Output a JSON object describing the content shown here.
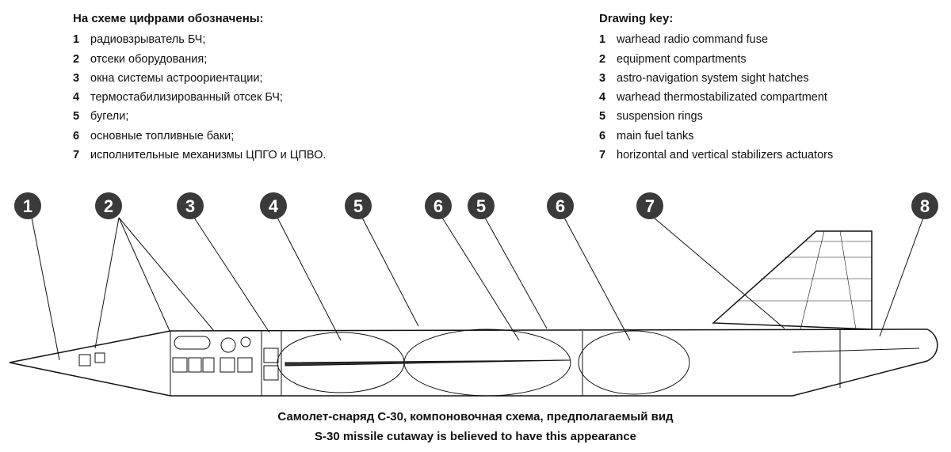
{
  "key_ru": {
    "title": "На схеме цифрами обозначены:",
    "items": [
      {
        "n": "1",
        "t": "радиовзрыватель БЧ;"
      },
      {
        "n": "2",
        "t": "отсеки оборудования;"
      },
      {
        "n": "3",
        "t": "окна системы астроориентации;"
      },
      {
        "n": "4",
        "t": "термостабилизированный отсек БЧ;"
      },
      {
        "n": "5",
        "t": "бугели;"
      },
      {
        "n": "6",
        "t": "основные топливные баки;"
      },
      {
        "n": "7",
        "t": "исполнительные механизмы ЦПГО и ЦПВО."
      }
    ]
  },
  "key_en": {
    "title": "Drawing key:",
    "items": [
      {
        "n": "1",
        "t": "warhead radio command fuse"
      },
      {
        "n": "2",
        "t": "equipment compartments"
      },
      {
        "n": "3",
        "t": "astro-navigation system sight hatches"
      },
      {
        "n": "4",
        "t": "warhead thermostabilizated compartment"
      },
      {
        "n": "5",
        "t": "suspension rings"
      },
      {
        "n": "6",
        "t": "main fuel tanks"
      },
      {
        "n": "7",
        "t": "horizontal and vertical stabilizers actuators"
      }
    ]
  },
  "callouts": [
    "1",
    "2",
    "3",
    "4",
    "5",
    "6",
    "5",
    "6",
    "7",
    "8"
  ],
  "caption_ru": "Самолет-снаряд С-30, компоновочная схема, предполагаемый вид",
  "caption_en": "S-30 missile cutaway is believed to have this appearance"
}
